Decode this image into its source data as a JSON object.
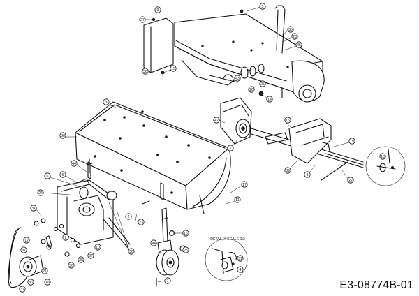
{
  "document_code": "E3-08774B-01",
  "detail_note": "DETAIL X SCALE 1:2",
  "callouts": [
    "1",
    "2",
    "3",
    "4",
    "5",
    "6",
    "7",
    "8",
    "9",
    "10",
    "11",
    "12",
    "13",
    "14",
    "15",
    "16",
    "17",
    "18",
    "19",
    "20",
    "21",
    "22",
    "23",
    "24",
    "25",
    "26",
    "27",
    "28",
    "29",
    "30",
    "31",
    "34",
    "35",
    "36",
    "37",
    "38",
    "39",
    "40",
    "41",
    "42",
    "43",
    "44",
    "45"
  ]
}
